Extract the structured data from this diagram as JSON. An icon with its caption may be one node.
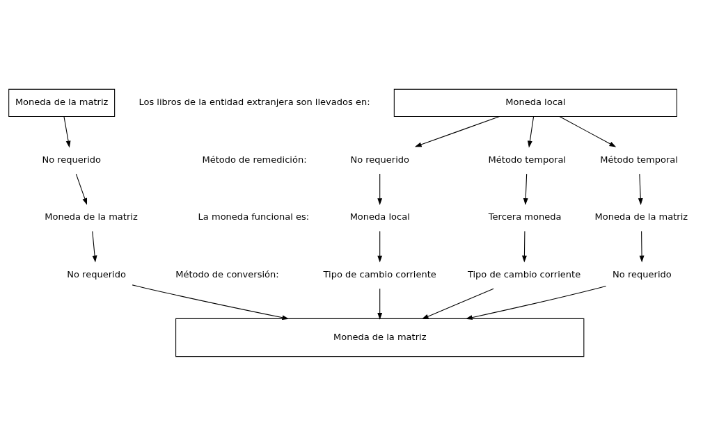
{
  "diagram": {
    "nodes": [
      {
        "text": [
          "Moneda local"
        ]
      },
      {
        "text": [
          "Moneda de la matriz"
        ]
      },
      {
        "text": [
          "No requerido"
        ]
      },
      {
        "text": [
          "Método temporal"
        ]
      },
      {
        "text": [
          "Método temporal"
        ]
      },
      {
        "text": [
          "No requerido"
        ]
      },
      {
        "text": [
          "Moneda local"
        ]
      },
      {
        "text": [
          "Tercera moneda"
        ]
      },
      {
        "text": [
          "Moneda de la matriz"
        ]
      },
      {
        "text": [
          "Moneda de la matriz"
        ]
      },
      {
        "text": [
          "Tipo de cambio corriente"
        ]
      },
      {
        "text": [
          "Tipo de cambio corriente"
        ]
      },
      {
        "text": [
          "No requerido"
        ]
      },
      {
        "text": [
          "No requerido"
        ]
      },
      {
        "text": [
          "Moneda de la matriz"
        ]
      }
    ],
    "edges": [
      {
        "from": 0,
        "to": 2,
        "arrow": "to"
      },
      {
        "from": 0,
        "to": 3,
        "arrow": "to"
      },
      {
        "from": 0,
        "to": 4,
        "arrow": "to"
      },
      {
        "from": 1,
        "to": 5,
        "arrow": "to"
      },
      {
        "from": 2,
        "to": 6,
        "arrow": "to"
      },
      {
        "from": 3,
        "to": 7,
        "arrow": "to"
      },
      {
        "from": 4,
        "to": 8,
        "arrow": "to"
      },
      {
        "from": 5,
        "to": 9,
        "arrow": "to"
      },
      {
        "from": 6,
        "to": 10,
        "arrow": "to"
      },
      {
        "from": 7,
        "to": 11,
        "arrow": "to"
      },
      {
        "from": 8,
        "to": 12,
        "arrow": "to"
      },
      {
        "from": 9,
        "to": 13,
        "arrow": "to"
      },
      {
        "from": 10,
        "to": 14,
        "arrow": "to"
      },
      {
        "from": 11,
        "to": 14,
        "arrow": "to"
      },
      {
        "from": 12,
        "to": 14,
        "arrow": "to"
      },
      {
        "from": 13,
        "to": 14,
        "arrow": "to"
      }
    ],
    "labels": [
      "Los libros de la entidad extranjera son llevados en:",
      "Método de remedición:",
      "La moneda funcional es:",
      "Método de conversión:"
    ]
  }
}
